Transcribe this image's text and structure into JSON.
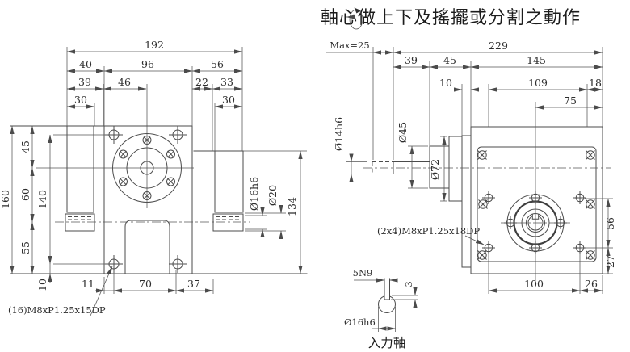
{
  "title": "軸心做上下及搖擺或分割之動作",
  "front_view": {
    "dims": {
      "total_width": "192",
      "seg40": "40",
      "plate96": "96",
      "seg56": "56",
      "seg39": "39",
      "seg46": "46",
      "seg22": "22",
      "seg33": "33",
      "boss30_left": "30",
      "boss30_right": "30",
      "height160": "160",
      "seg45": "45",
      "seg60": "60",
      "seg55": "55",
      "holes140": "140",
      "offset10": "10",
      "seg11": "11",
      "holes70": "70",
      "seg37": "37",
      "shaft_dia": "Ø16h6",
      "boss_dia": "Ø20",
      "height134": "134"
    },
    "thread_label": "(16)M8xP1.25x15DP"
  },
  "side_view": {
    "dims": {
      "travel": "Max=25",
      "total229": "229",
      "seg39": "39",
      "seg45": "45",
      "seg145": "145",
      "plate10": "10",
      "seg109": "109",
      "seg18": "18",
      "seg75": "75",
      "shaft_dia": "Ø14h6",
      "cyl_dia": "Ø45",
      "boss_dia": "Ø72",
      "holes56": "56",
      "seg27": "27",
      "holes100": "100",
      "seg26": "26"
    },
    "thread_label": "(2x4)M8xP1.25x18DP"
  },
  "input_shaft": {
    "keyway": "5N9",
    "depth": "3",
    "dia": "Ø16h6",
    "caption": "入力軸"
  }
}
